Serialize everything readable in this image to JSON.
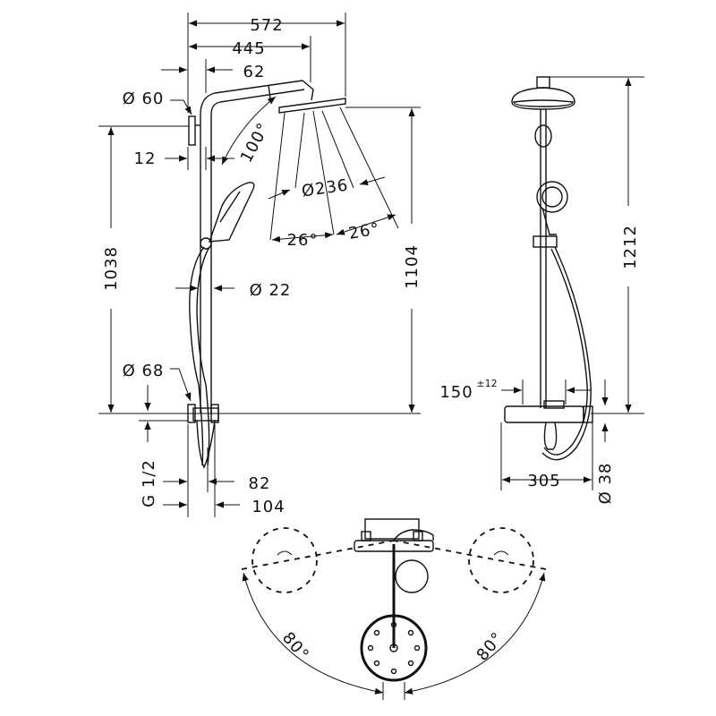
{
  "front_view": {
    "dim_572": "572",
    "dim_445": "445",
    "dim_62": "62",
    "dim_dia60": "Ø 60",
    "dim_12": "12",
    "dim_100deg": "100°",
    "dim_dia236": "Ø236",
    "dim_26a": "26°",
    "dim_26b": "26°",
    "dim_1038": "1038",
    "dim_1104": "1104",
    "dim_dia22": "Ø 22",
    "dim_dia68": "Ø 68",
    "dim_g12": "G 1/2",
    "dim_82": "82",
    "dim_104": "104"
  },
  "side_view": {
    "dim_1212": "1212",
    "dim_150": "150",
    "dim_150_tol": "±12",
    "dim_305": "305",
    "dim_dia38": "Ø 38"
  },
  "top_view": {
    "angle_left": "80°",
    "angle_right": "80°"
  }
}
